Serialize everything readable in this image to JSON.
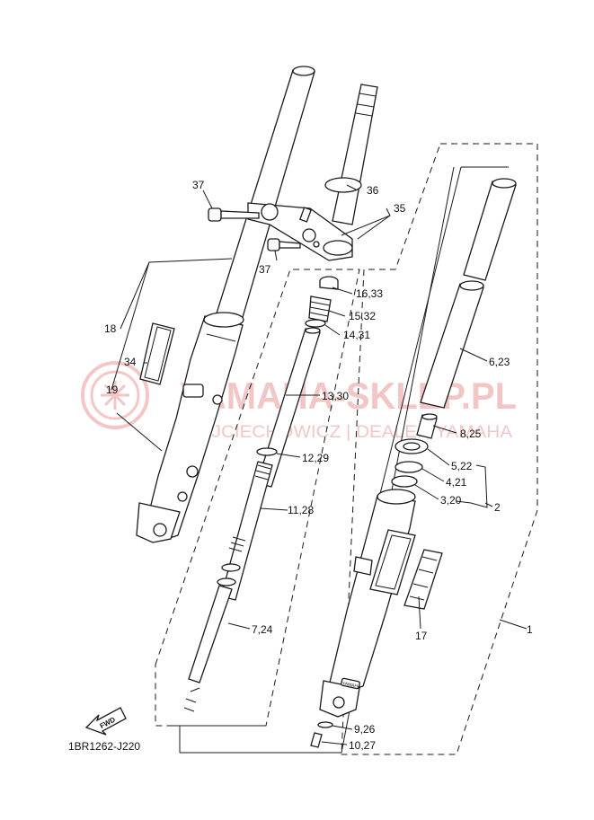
{
  "watermark": {
    "title": "YAMAHA-SKLEP.PL",
    "subtitle": "WOJCIECHOWICZ | DEALER YAMAHA",
    "color": "#f0b4b4"
  },
  "diagram_code": "1BR1262-J220",
  "fwd_label": "FWD",
  "brand_mark": "YAMAHA",
  "labels": {
    "p1": "1",
    "p2": "2",
    "p3_20": "3,20",
    "p4_21": "4,21",
    "p5_22": "5,22",
    "p6_23": "6,23",
    "p7_24": "7,24",
    "p8_25": "8,25",
    "p9_26": "9,26",
    "p10_27": "10,27",
    "p11_28": "11,28",
    "p12_29": "12,29",
    "p13_30": "13,30",
    "p14_31": "14,31",
    "p15_32": "15,32",
    "p16_33": "16,33",
    "p17": "17",
    "p18": "18",
    "p19": "19",
    "p34": "34",
    "p35": "35",
    "p36": "36",
    "p37a": "37",
    "p37b": "37"
  }
}
